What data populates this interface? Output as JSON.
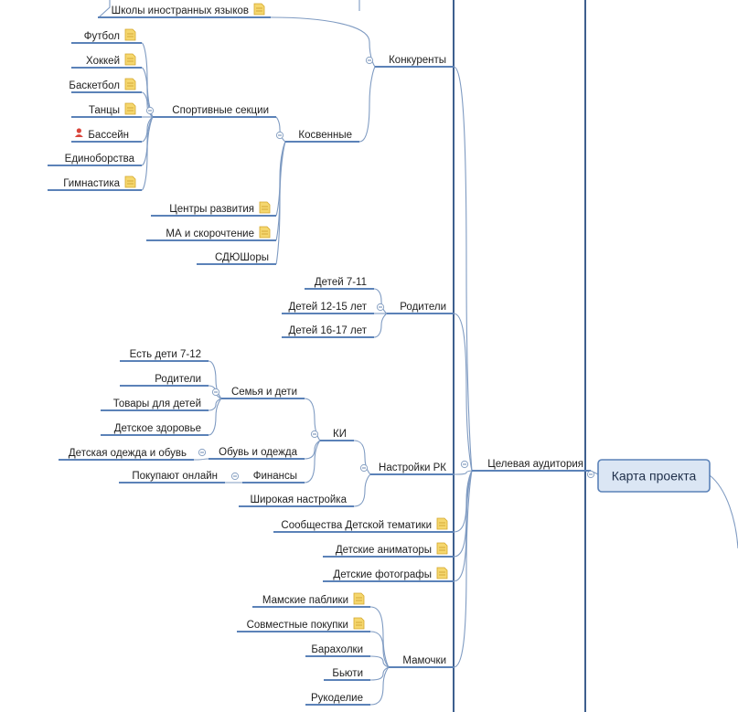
{
  "root": {
    "label": "Карта проекта"
  },
  "nodes": [
    {
      "id": "konkurenty",
      "label": "Конкуренты"
    },
    {
      "id": "shkoly",
      "label": "Школы иностранных языков",
      "icon": "note-icon"
    },
    {
      "id": "kosvennye",
      "label": "Косвенные"
    },
    {
      "id": "sport",
      "label": "Спортивные секции"
    },
    {
      "id": "futbol",
      "label": "Футбол",
      "icon": "note-icon"
    },
    {
      "id": "hokkey",
      "label": "Хоккей",
      "icon": "note-icon"
    },
    {
      "id": "basket",
      "label": "Баскетбол",
      "icon": "note-icon"
    },
    {
      "id": "tancy",
      "label": "Танцы",
      "icon": "note-icon"
    },
    {
      "id": "basseyn",
      "label": "Бассейн",
      "icon": "user-icon"
    },
    {
      "id": "edino",
      "label": "Единоборства"
    },
    {
      "id": "gimn",
      "label": "Гимнастика",
      "icon": "note-icon"
    },
    {
      "id": "centry",
      "label": "Центры развития",
      "icon": "note-icon"
    },
    {
      "id": "ma",
      "label": "МА и скорочтение",
      "icon": "note-icon"
    },
    {
      "id": "sdyush",
      "label": "СДЮШоры"
    },
    {
      "id": "ca",
      "label": "Целевая аудитория"
    },
    {
      "id": "roditeli",
      "label": "Родители"
    },
    {
      "id": "d711",
      "label": "Детей 7-11"
    },
    {
      "id": "d1215",
      "label": "Детей 12-15 лет"
    },
    {
      "id": "d1617",
      "label": "Детей 16-17 лет"
    },
    {
      "id": "rk",
      "label": "Настройки РК"
    },
    {
      "id": "ki",
      "label": "КИ"
    },
    {
      "id": "semya",
      "label": "Семья и дети"
    },
    {
      "id": "estdeti",
      "label": "Есть дети 7-12"
    },
    {
      "id": "rod2",
      "label": "Родители"
    },
    {
      "id": "tovary",
      "label": "Товары для детей"
    },
    {
      "id": "zdor",
      "label": "Детское здоровье"
    },
    {
      "id": "obuv",
      "label": "Обувь и одежда"
    },
    {
      "id": "odezhda",
      "label": "Детская одежда и обувь"
    },
    {
      "id": "finansy",
      "label": "Финансы"
    },
    {
      "id": "online",
      "label": "Покупают онлайн"
    },
    {
      "id": "shirokaya",
      "label": "Широкая настройка"
    },
    {
      "id": "soob",
      "label": "Сообщества Детской тематики",
      "icon": "note-icon"
    },
    {
      "id": "anim",
      "label": "Детские аниматоры",
      "icon": "note-icon"
    },
    {
      "id": "foto",
      "label": "Детские фотографы",
      "icon": "note-icon"
    },
    {
      "id": "mamochki",
      "label": "Мамочки"
    },
    {
      "id": "pabliki",
      "label": "Мамские паблики",
      "icon": "note-icon"
    },
    {
      "id": "sovm",
      "label": "Совместные покупки",
      "icon": "note-icon"
    },
    {
      "id": "barah",
      "label": "Барахолки"
    },
    {
      "id": "byuti",
      "label": "Бьюти"
    },
    {
      "id": "ruko",
      "label": "Рукоделие"
    }
  ],
  "colors": {
    "line": "#5b82b8",
    "root_fill": "#dbe6f4",
    "root_border": "#5b82b8",
    "note": "#f5d76e",
    "user": "#d9453b"
  }
}
